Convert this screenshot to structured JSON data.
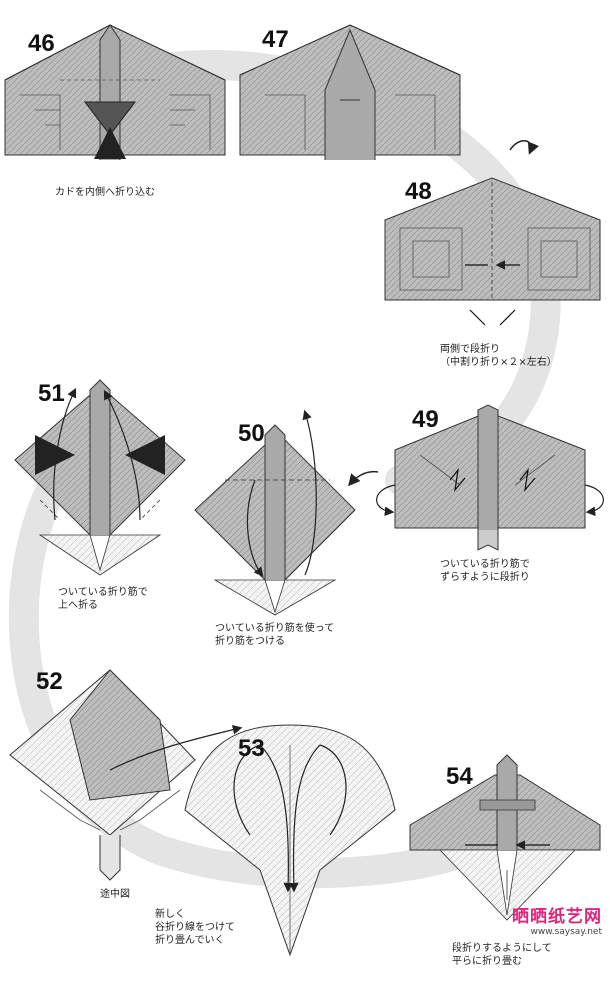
{
  "steps": [
    {
      "number": "46",
      "caption": [
        "カドを内側へ折り込む"
      ]
    },
    {
      "number": "47",
      "caption": []
    },
    {
      "number": "48",
      "caption": [
        "両側で段折り",
        "（中割り折り×２×左右）"
      ]
    },
    {
      "number": "49",
      "caption": [
        "ついている折り筋で",
        "ずらすように段折り"
      ]
    },
    {
      "number": "50",
      "caption": [
        "ついている折り筋を使って",
        "折り筋をつける"
      ]
    },
    {
      "number": "51",
      "caption": [
        "ついている折り筋で",
        "上へ折る"
      ]
    },
    {
      "number": "52",
      "caption": [
        "途中図"
      ]
    },
    {
      "number": "53",
      "caption": [
        "新しく",
        "谷折り線をつけて",
        "折り畳んでいく"
      ]
    },
    {
      "number": "54",
      "caption": [
        "段折りするようにして",
        "平らに折り畳む"
      ]
    }
  ],
  "watermark": {
    "title": "晒晒纸艺网",
    "url": "www.saysay.net"
  },
  "colors": {
    "paper": "#b9b9b9",
    "paper_light": "#f2f2f2",
    "line": "#3a3a3a",
    "flow": "#e6e6e6",
    "accent": "#e0247a"
  }
}
